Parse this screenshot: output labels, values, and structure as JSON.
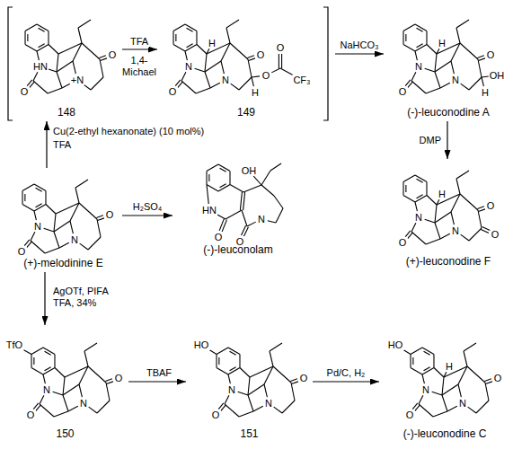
{
  "diagram": {
    "nodes": [
      {
        "text": [
          "148"
        ]
      },
      {
        "text": [
          "149"
        ]
      },
      {
        "text": [
          "(-)-leuconodine A"
        ]
      },
      {
        "text": [
          "(+)-leuconodine F"
        ]
      },
      {
        "text": [
          "(+)-melodinine E"
        ]
      },
      {
        "text": [
          "(-)-leuconolam"
        ]
      },
      {
        "text": [
          "150"
        ]
      },
      {
        "text": [
          "151"
        ]
      },
      {
        "text": [
          "(-)-leuconodine C"
        ]
      }
    ],
    "edges": [
      {
        "from": 0,
        "to": 1,
        "label": "TFA",
        "arrow": "to"
      },
      {
        "from": 1,
        "to": 2,
        "label": "NaHCO₃",
        "arrow": "to"
      },
      {
        "from": 2,
        "to": 3,
        "label": "DMP",
        "arrow": "to"
      },
      {
        "from": 4,
        "to": 0,
        "label": "Cu(2-ethyl hexanonate) (10 mol%)",
        "arrow": "to"
      },
      {
        "from": 4,
        "to": 5,
        "label": "H₂SO₄",
        "arrow": "to"
      },
      {
        "from": 4,
        "to": 6,
        "label": "AgOTf, PIFA TFA, 34%",
        "arrow": "to"
      },
      {
        "from": 6,
        "to": 7,
        "label": "TBAF",
        "arrow": "to"
      },
      {
        "from": 7,
        "to": 8,
        "label": "Pd/C, H₂",
        "arrow": "to"
      }
    ],
    "labels": [
      "1,4- Michael",
      "TFA",
      "HN",
      "O",
      "+N",
      "O",
      "N",
      "O",
      "N",
      "O",
      "H",
      "H",
      "O",
      "O",
      "CF₃",
      "N",
      "O",
      "N",
      "O",
      "H",
      "OH",
      "H",
      "N",
      "O",
      "N",
      "O",
      "H",
      "O",
      "N",
      "O",
      "N",
      "O",
      "HN",
      "O",
      "OH",
      "N",
      "O",
      "TfO",
      "N",
      "O",
      "N",
      "O",
      "HO",
      "N",
      "O",
      "N",
      "O",
      "HO",
      "N",
      "O",
      "N",
      "O",
      "H"
    ]
  }
}
